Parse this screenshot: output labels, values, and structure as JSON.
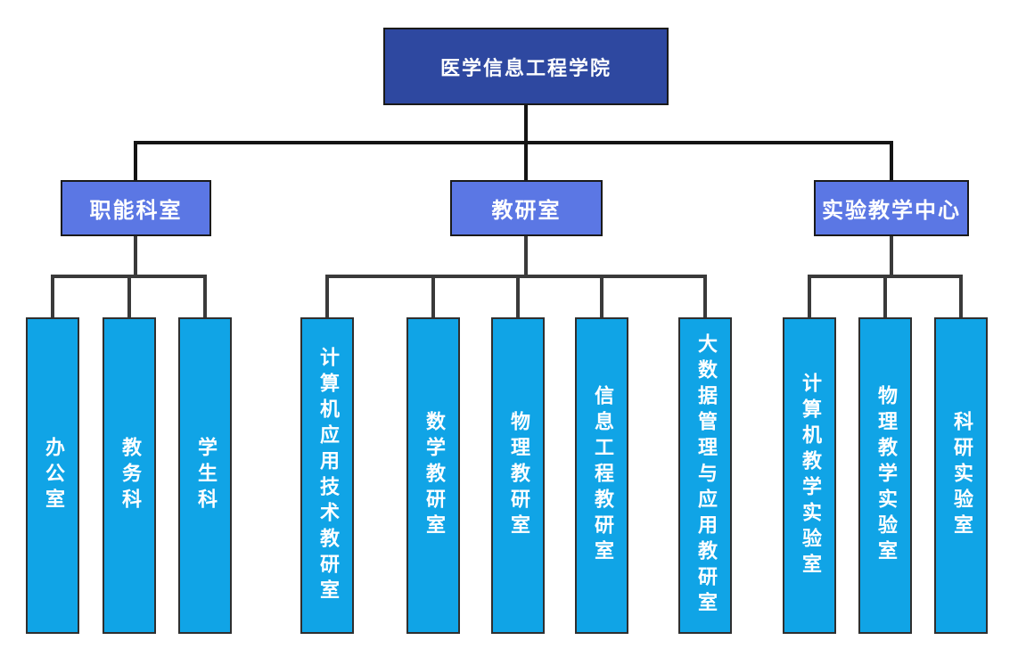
{
  "tree": {
    "root": "医学信息工程学院",
    "groups": [
      {
        "label": "职能科室",
        "children": [
          "办公室",
          "教务科",
          "学生科"
        ]
      },
      {
        "label": "教研室",
        "children": [
          "计算机应用技术教研室",
          "数学教研室",
          "物理教研室",
          "信息工程教研室",
          "大数据管理与应用教研室"
        ]
      },
      {
        "label": "实验教学中心",
        "children": [
          "计算机教学实验室",
          "物理教学实验室",
          "科研实验室"
        ]
      }
    ]
  },
  "colors": {
    "root_fill": "#2E48A0",
    "branch_fill": "#5B77E4",
    "leaf_fill": "#10A4E6",
    "line_top": "#141414",
    "line_sub": "#3A3A3A",
    "border": "#1A1A1A",
    "text": "#FFFFFF",
    "background": "#FFFFFF"
  }
}
